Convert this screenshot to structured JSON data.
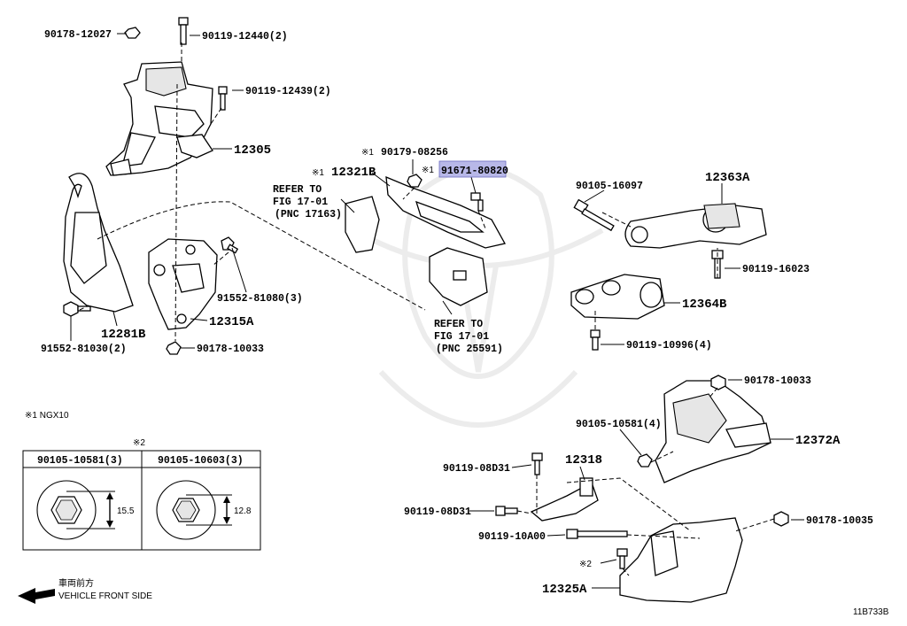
{
  "figure_code": "11B733B",
  "parts": [
    {
      "id": "p1",
      "label": "90178-12027"
    },
    {
      "id": "p2",
      "label": "90119-12440(2)"
    },
    {
      "id": "p3",
      "label": "90119-12439(2)"
    },
    {
      "id": "p4",
      "label": "12305"
    },
    {
      "id": "p5",
      "label": "91552-81080(3)"
    },
    {
      "id": "p6",
      "label": "12315A"
    },
    {
      "id": "p7",
      "label": "90178-10033"
    },
    {
      "id": "p8",
      "label": "12281B"
    },
    {
      "id": "p9",
      "label": "91552-81030(2)"
    },
    {
      "id": "p10",
      "label": "90179-08256",
      "mark": "※1"
    },
    {
      "id": "p11",
      "label": "12321B",
      "mark": "※1"
    },
    {
      "id": "p12",
      "label": "91671-80820",
      "mark": "※1",
      "highlighted": true
    },
    {
      "id": "p13",
      "label": "90105-16097"
    },
    {
      "id": "p14",
      "label": "12363A"
    },
    {
      "id": "p15",
      "label": "90119-16023"
    },
    {
      "id": "p16",
      "label": "12364B"
    },
    {
      "id": "p17",
      "label": "90119-10996(4)"
    },
    {
      "id": "p18",
      "label": "90178-10033"
    },
    {
      "id": "p19",
      "label": "90105-10581(4)"
    },
    {
      "id": "p20",
      "label": "12372A"
    },
    {
      "id": "p21",
      "label": "90119-08D31"
    },
    {
      "id": "p22",
      "label": "12318"
    },
    {
      "id": "p23",
      "label": "90119-08D31"
    },
    {
      "id": "p24",
      "label": "90119-10A00"
    },
    {
      "id": "p25",
      "label": "90178-10035"
    },
    {
      "id": "p26",
      "label": "※2"
    },
    {
      "id": "p27",
      "label": "12325A"
    }
  ],
  "refs": [
    {
      "id": "r1",
      "lines": [
        "REFER TO",
        "FIG 17-01",
        "(PNC 17163)"
      ]
    },
    {
      "id": "r2",
      "lines": [
        "REFER TO",
        "FIG 17-01",
        "(PNC 25591)"
      ]
    }
  ],
  "note": "※1 NGX10",
  "table": {
    "mark": "※2",
    "cols": [
      {
        "header": "90105-10581(3)",
        "dim": "15.5"
      },
      {
        "header": "90105-10603(3)",
        "dim": "12.8"
      }
    ]
  },
  "direction": {
    "jp": "車両前方",
    "en": "VEHICLE FRONT SIDE"
  }
}
